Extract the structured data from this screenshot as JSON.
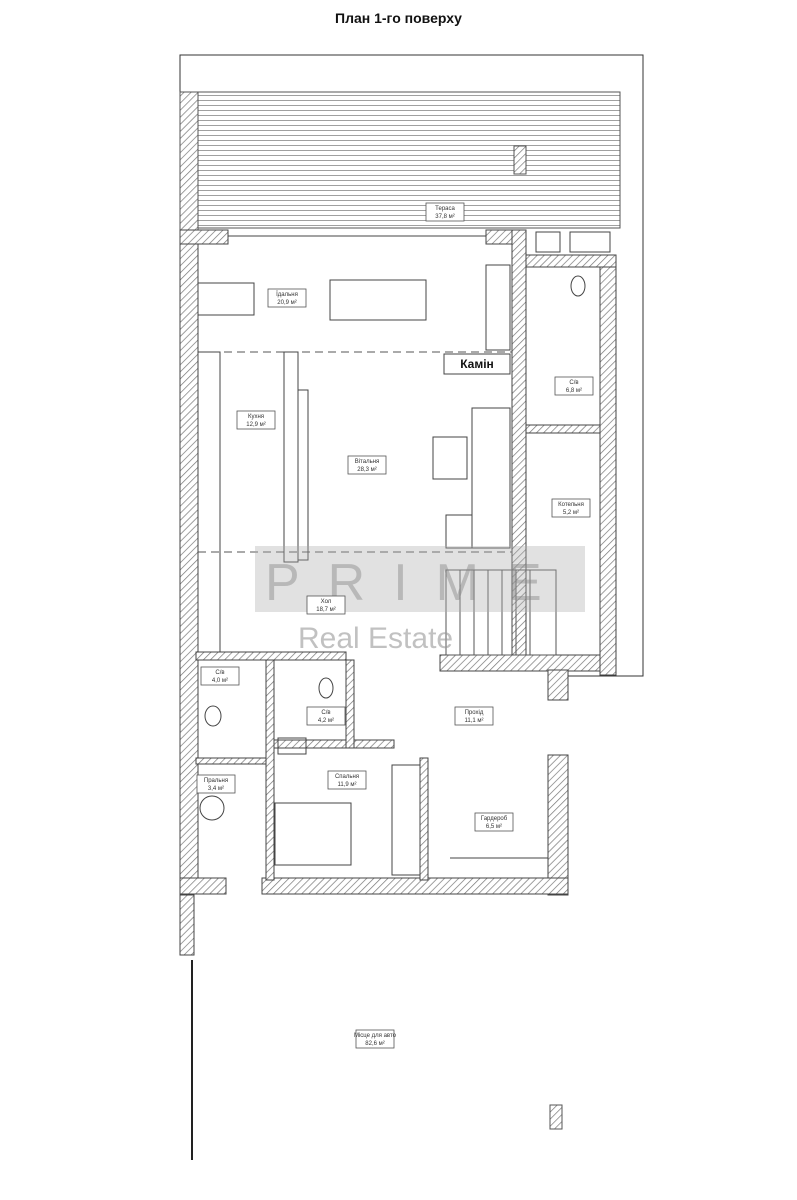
{
  "title": "План 1-го поверху",
  "fireplace_label": "Камін",
  "watermark": {
    "brand": "PRIME",
    "subtitle": "Real Estate"
  },
  "rooms": [
    {
      "name": "Тераса",
      "area": "37,8 м²"
    },
    {
      "name": "Їдальня",
      "area": "20,9 м²"
    },
    {
      "name": "Кухня",
      "area": "12,9 м²"
    },
    {
      "name": "Вітальня",
      "area": "28,3 м²"
    },
    {
      "name": "С/в",
      "area": "6,8 м²"
    },
    {
      "name": "Котельня",
      "area": "5,2 м²"
    },
    {
      "name": "Хол",
      "area": "18,7 м²"
    },
    {
      "name": "С/в",
      "area": "4,0 м²"
    },
    {
      "name": "С/в",
      "area": "4,2 м²"
    },
    {
      "name": "Прохід",
      "area": "11,1 м²"
    },
    {
      "name": "Пральня",
      "area": "3,4 м²"
    },
    {
      "name": "Спальня",
      "area": "11,9 м²"
    },
    {
      "name": "Гардероб",
      "area": "6,5 м²"
    },
    {
      "name": "Місце для авто",
      "area": "82,6 м²"
    }
  ]
}
